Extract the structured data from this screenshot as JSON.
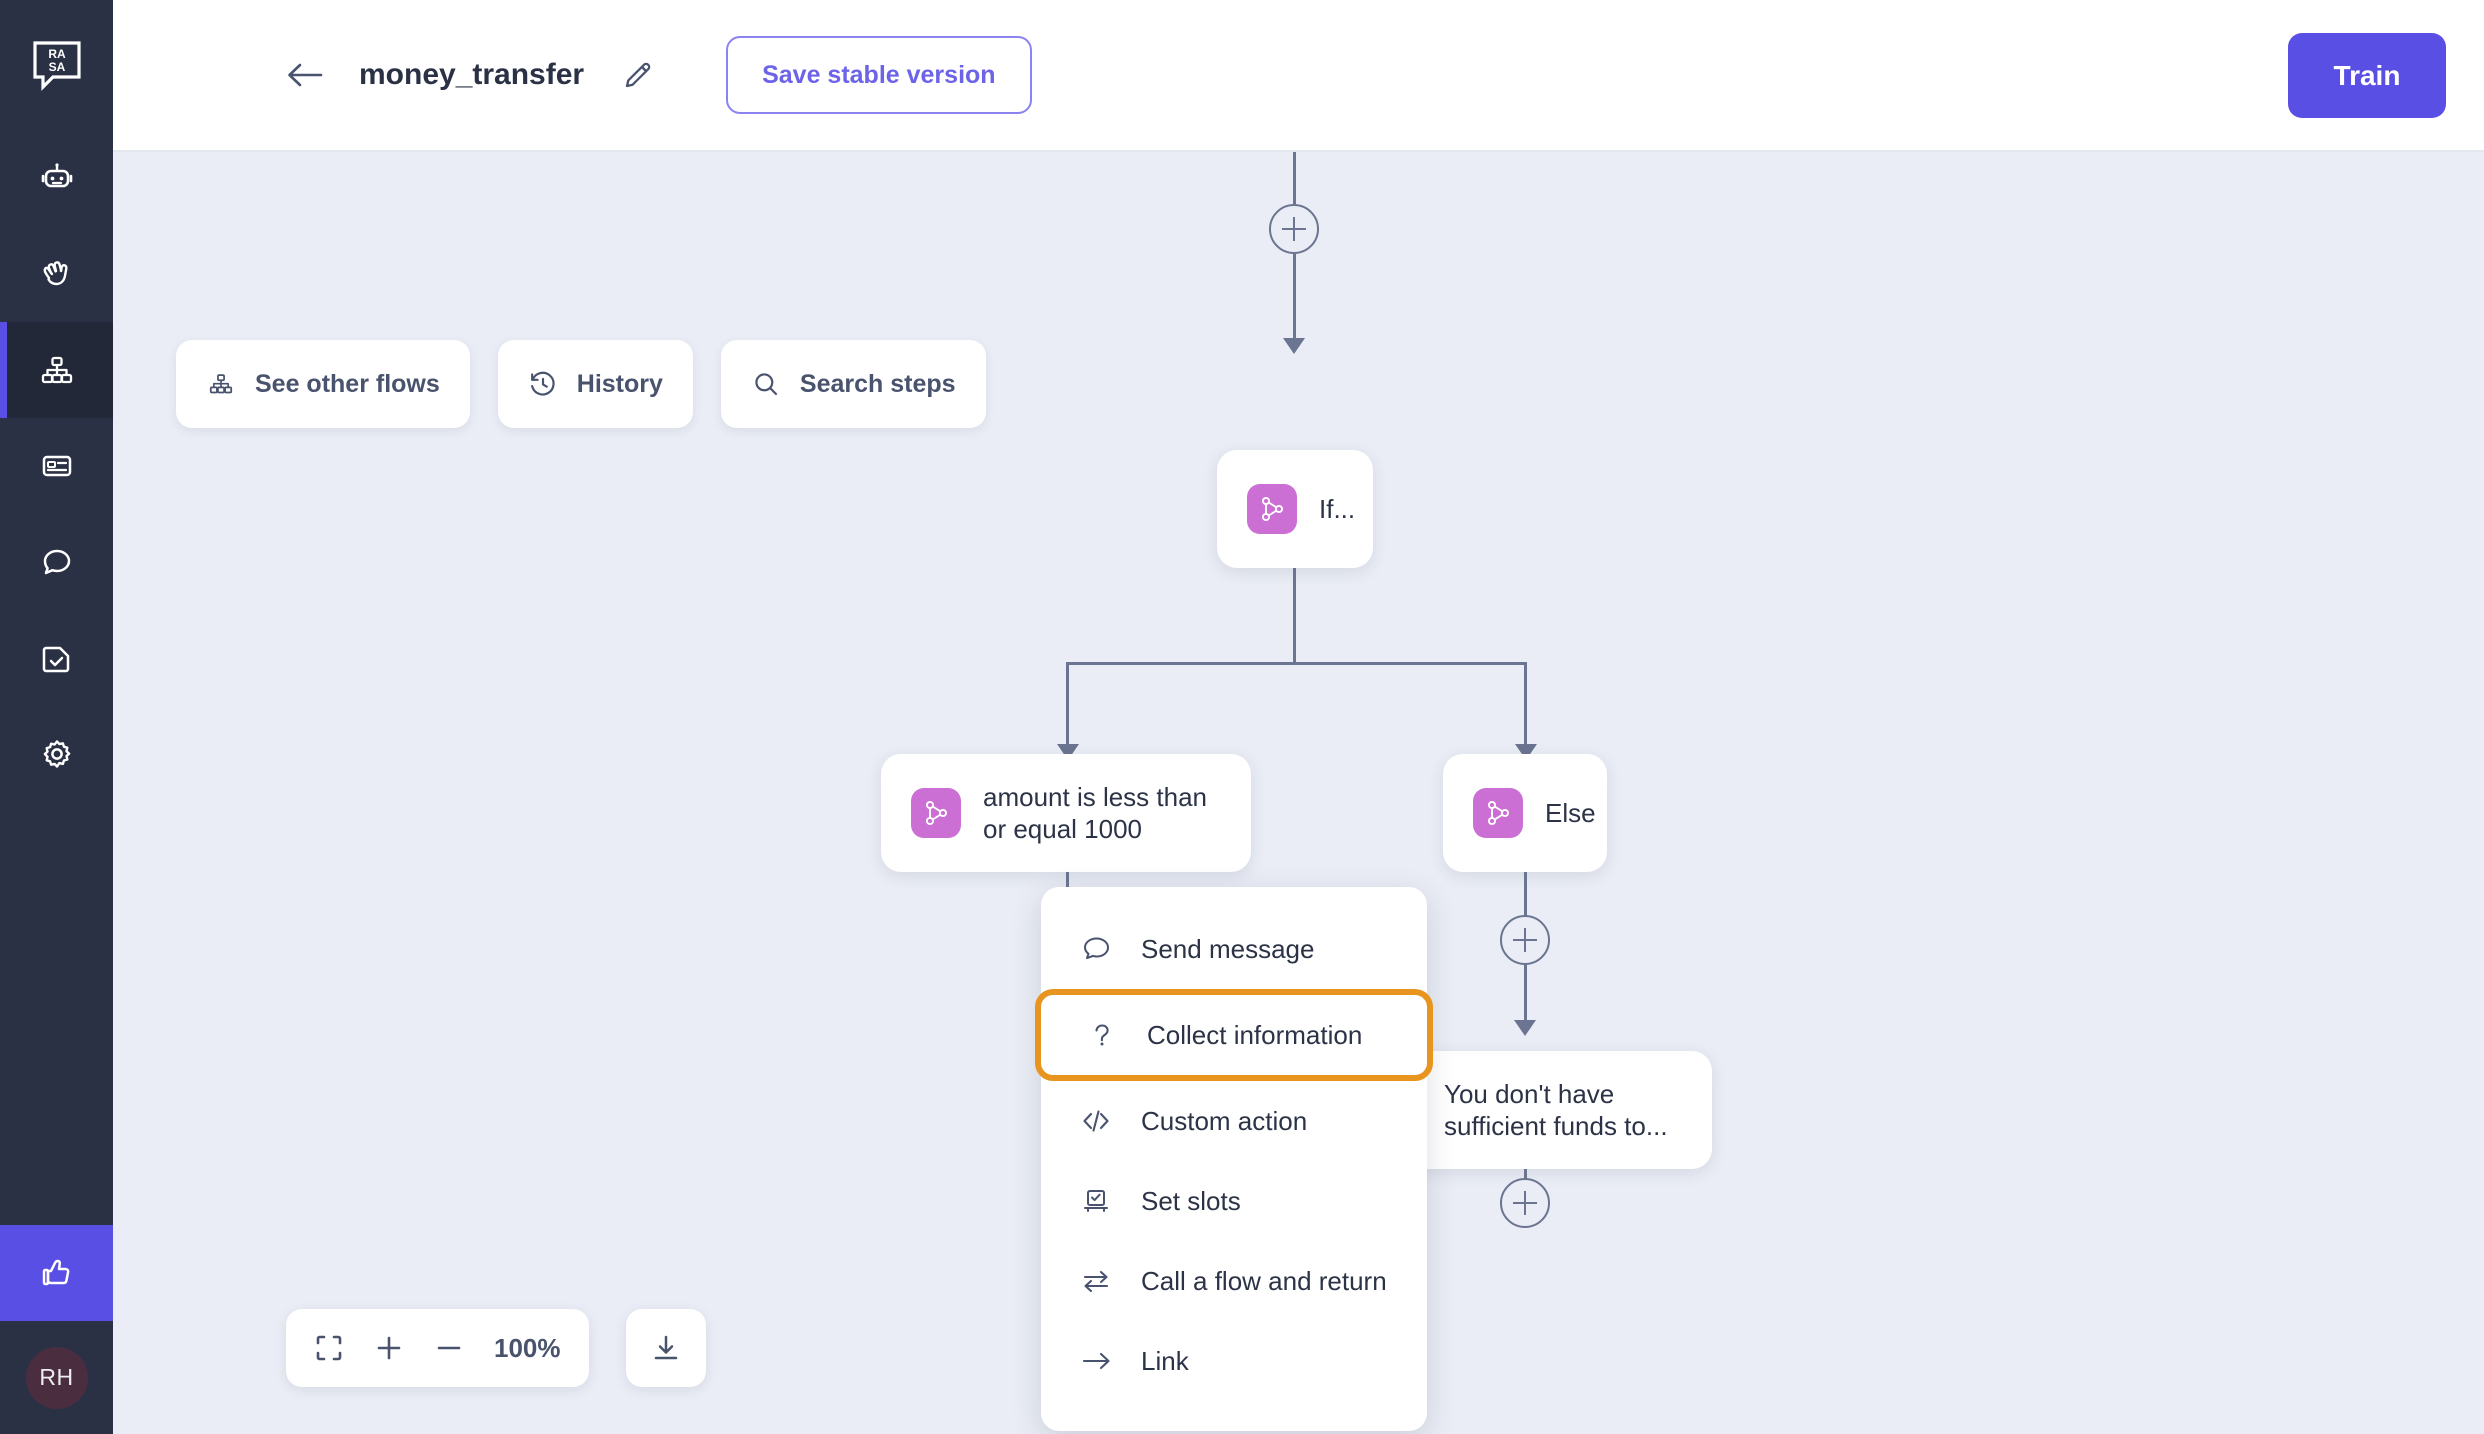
{
  "sidebar": {
    "logo": "rasa-logo",
    "items": [
      {
        "name": "assistant",
        "icon": "robot-icon",
        "active": false
      },
      {
        "name": "training",
        "icon": "hand-wave-icon",
        "active": false
      },
      {
        "name": "flows",
        "icon": "flow-tree-icon",
        "active": true
      },
      {
        "name": "responses",
        "icon": "card-icon",
        "active": false
      },
      {
        "name": "conversations",
        "icon": "chat-bubble-icon",
        "active": false
      },
      {
        "name": "tests",
        "icon": "document-check-icon",
        "active": false
      },
      {
        "name": "settings",
        "icon": "gear-icon",
        "active": false
      }
    ],
    "feedback_icon": "thumbs-up-icon",
    "avatar_initials": "RH"
  },
  "topbar": {
    "back_icon": "arrow-left-icon",
    "flow_title": "money_transfer",
    "edit_icon": "pencil-icon",
    "save_label": "Save stable version",
    "train_label": "Train"
  },
  "toolbar": [
    {
      "label": "See other flows",
      "icon": "flow-tree-icon"
    },
    {
      "label": "History",
      "icon": "clock-rewind-icon"
    },
    {
      "label": "Search steps",
      "icon": "search-icon"
    }
  ],
  "flow": {
    "root_node": {
      "label": "If...",
      "icon": "branch-icon"
    },
    "branch_true": {
      "label": "amount is less than or equal 1000",
      "icon": "branch-icon"
    },
    "branch_false": {
      "label": "Else",
      "icon": "branch-icon"
    },
    "message_node": {
      "label": "You don't have sufficient funds to...",
      "icon": "message-icon"
    }
  },
  "context_menu": {
    "items": [
      {
        "label": "Send message",
        "icon": "chat-bubble-icon",
        "highlighted": false
      },
      {
        "label": "Collect information",
        "icon": "question-mark-icon",
        "highlighted": true
      },
      {
        "label": "Custom action",
        "icon": "code-brackets-icon",
        "highlighted": false
      },
      {
        "label": "Set slots",
        "icon": "slot-checkbox-icon",
        "highlighted": false
      },
      {
        "label": "Call a flow and return",
        "icon": "swap-arrows-icon",
        "highlighted": false
      },
      {
        "label": "Link",
        "icon": "arrow-right-icon",
        "highlighted": false
      }
    ]
  },
  "zoom_controls": {
    "fit_icon": "fit-screen-icon",
    "zoom_in_icon": "plus-icon",
    "zoom_out_icon": "minus-icon",
    "zoom_level": "100%",
    "download_icon": "download-icon"
  },
  "colors": {
    "accent_purple": "#5A4FE4",
    "highlight_orange": "#E8951F",
    "branch_pink": "#CC6FD4",
    "message_blue": "#2B4A9B",
    "canvas_bg": "#EAEDF5",
    "sidebar_bg": "#2A3145"
  }
}
